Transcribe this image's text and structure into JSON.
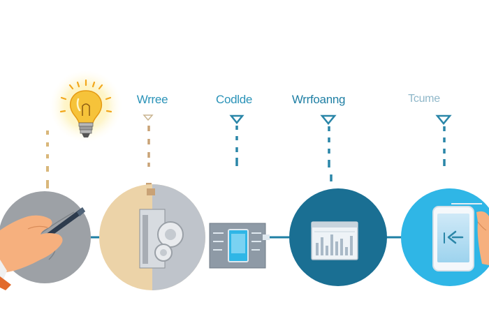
{
  "steps": [
    {
      "label": "Wrree",
      "icon": "lightbulb-icon"
    },
    {
      "label": "Codlde",
      "icon": "gear-icon"
    },
    {
      "label": "Wrrfoanng",
      "icon": "dashboard-icon"
    },
    {
      "label": "Tcume",
      "icon": "smartphone-icon"
    }
  ],
  "colors": {
    "primary_teal": "#2b93b8",
    "dark_teal": "#1a6f93",
    "sky_blue": "#2fb6e6",
    "bulb_yellow": "#f6c33a",
    "dashed_gold": "#d9b77a",
    "dashed_teal": "#2a86a8",
    "gray_circle": "#9da1a6",
    "beige_circle": "#ecd3a8"
  }
}
